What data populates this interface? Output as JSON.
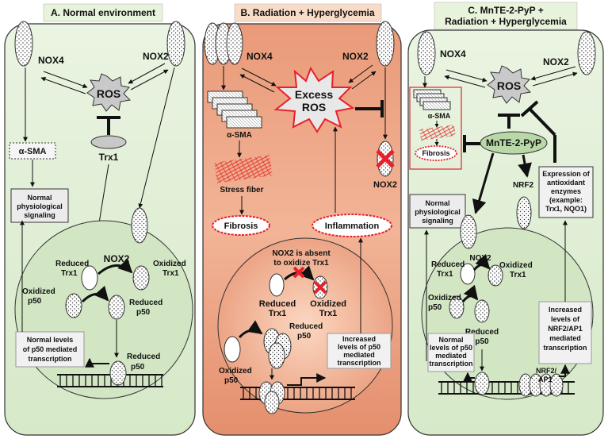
{
  "panel_a": {
    "title": "A. Normal environment",
    "nox4": "NOX4",
    "nox2": "NOX2",
    "ros": "ROS",
    "trx1": "Trx1",
    "asma": "α-SMA",
    "normal_signaling": [
      "Normal",
      "physiological",
      "signaling"
    ],
    "nucleus_nox2": "NOX2",
    "reduced_trx1": [
      "Reduced",
      "Trx1"
    ],
    "oxidized_trx1": [
      "Oxidized",
      "Trx1"
    ],
    "oxidized_p50": [
      "Oxidized",
      "p50"
    ],
    "reduced_p50": [
      "Reduced",
      "p50"
    ],
    "transcription": [
      "Normal levels",
      "of p50 mediated",
      "transcription"
    ],
    "reduced_p50_dna": [
      "Reduced",
      "p50"
    ]
  },
  "panel_b": {
    "title": "B. Radiation + Hyperglycemia",
    "nox4": "NOX4",
    "nox2": "NOX2",
    "excess_ros": [
      "Excess",
      "ROS"
    ],
    "asma": "α-SMA",
    "stress_fiber": "Stress fiber",
    "fibrosis": "Fibrosis",
    "inflammation": "Inflammation",
    "nox2_blocked": "NOX2",
    "nox2_absent": [
      "NOX2 is absent",
      "to oxidize Trx1"
    ],
    "reduced_trx1": [
      "Reduced",
      "Trx1"
    ],
    "oxidized_trx1": [
      "Oxidized",
      "Trx1"
    ],
    "reduced_p50": [
      "Reduced",
      "p50"
    ],
    "oxidized_p50": [
      "Oxidized",
      "p50"
    ],
    "transcription": [
      "Increased",
      "levels of p50",
      "mediated",
      "transcription"
    ]
  },
  "panel_c": {
    "title": [
      "C. MnTE-2-PyP +",
      "Radiation + Hyperglycemia"
    ],
    "nox4": "NOX4",
    "nox2": "NOX2",
    "ros": "ROS",
    "asma": "α-SMA",
    "fibrosis": "Fibrosis",
    "drug": "MnTE-2-PyP",
    "nrf2": "NRF2",
    "antioxidant": [
      "Expression of",
      "antioxidant",
      "enzymes",
      "(example:",
      "Trx1, NQO1)"
    ],
    "normal_signaling": [
      "Normal",
      "physiological",
      "signaling"
    ],
    "nucleus_nox2": "NOX2",
    "reduced_trx1": [
      "Reduced",
      "Trx1"
    ],
    "oxidized_trx1": [
      "Oxidized",
      "Trx1"
    ],
    "oxidized_p50": [
      "Oxidized",
      "p50"
    ],
    "reduced_p50": [
      "Reduced",
      "p50"
    ],
    "p50_transcription": [
      "Normal",
      "levels of p50",
      "mediated",
      "transcription"
    ],
    "nrf2_transcription": [
      "Increased",
      "levels of",
      "NRF2/AP1",
      "mediated",
      "transcription"
    ],
    "nrf2_ap1": [
      "NRF2/",
      "AP1"
    ]
  },
  "colors": {
    "panel_a_fill": "#e2efd9",
    "panel_b_fill": "#eda07f",
    "panel_c_fill": "#dcebd3",
    "title_a": "#e8f3dc",
    "title_b": "#f9dcc8",
    "title_c": "#e8f3dc",
    "burst_red": "#e8202a"
  }
}
